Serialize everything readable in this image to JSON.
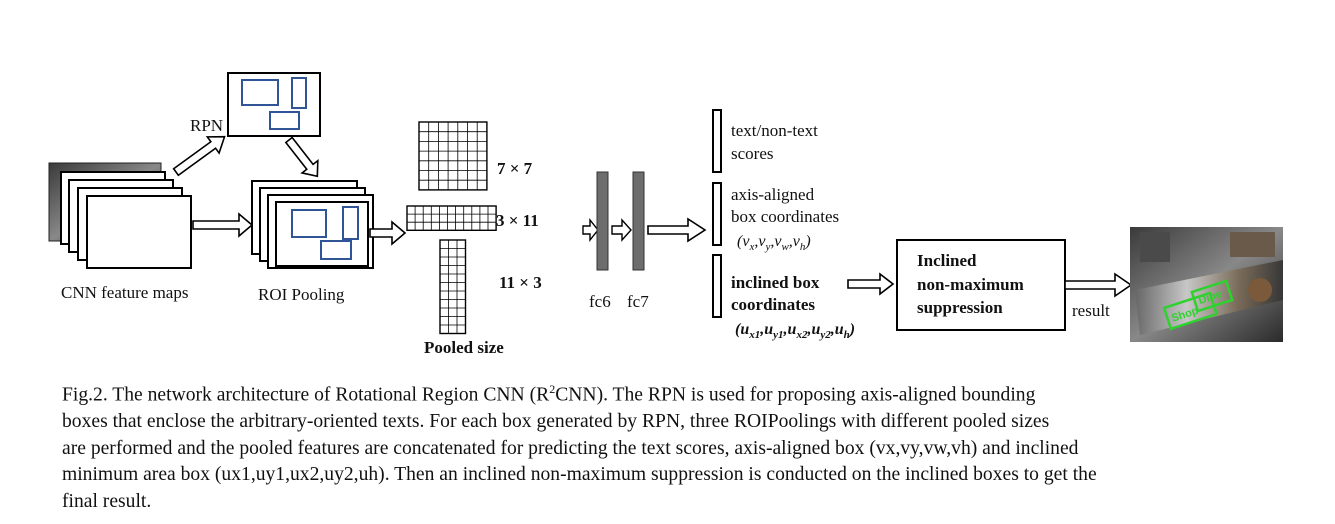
{
  "diagram": {
    "labels": {
      "rpn": "RPN",
      "cnn_feature_maps": "CNN feature maps",
      "roi_pooling": "ROI Pooling",
      "pooled_7x7": "7 × 7",
      "pooled_3x11": "3 × 11",
      "pooled_11x3": "11 × 3",
      "pooled_size": "Pooled size",
      "fc6": "fc6",
      "fc7": "fc7",
      "text_scores_line1": "text/non-text",
      "text_scores_line2": "scores",
      "axis_box_line1": "axis-aligned",
      "axis_box_line2": "box coordinates",
      "axis_box_math": "(vx,vy,vw,vh)",
      "inclined_box_line1": "inclined box",
      "inclined_box_line2": "coordinates",
      "inclined_box_math": "(ux1,uy1,ux2,uy2,uh)",
      "nms_line1": "Inclined",
      "nms_line2": "non-maximum",
      "nms_line3": "suppression",
      "result": "result",
      "sign_word_1": "Shop",
      "sign_word_2": "Dine"
    },
    "grids": {
      "pooled_7x7": {
        "rows": 7,
        "cols": 7
      },
      "pooled_3x11": {
        "rows": 3,
        "cols": 11
      },
      "pooled_11x3": {
        "rows": 11,
        "cols": 3
      }
    },
    "colors": {
      "roi_box": "#2f5597",
      "fc_layer": "#6d6d6d",
      "detection": "#2fd12f"
    }
  },
  "caption": {
    "prefix": "Fig.2. The network architecture of Rotational Region CNN (R",
    "sup": "2",
    "line1_rest": "CNN).  The RPN is used for proposing axis-aligned bounding",
    "line2": "boxes that enclose the arbitrary-oriented texts. For each box generated by RPN, three ROIPoolings with different pooled sizes",
    "line3": "are performed and the pooled features are concatenated for predicting the text scores, axis-aligned box (vx,vy,vw,vh) and inclined",
    "line4": "minimum area box (ux1,uy1,ux2,uy2,uh). Then an inclined non-maximum suppression is conducted on the inclined boxes to get the",
    "line5": "final result."
  }
}
